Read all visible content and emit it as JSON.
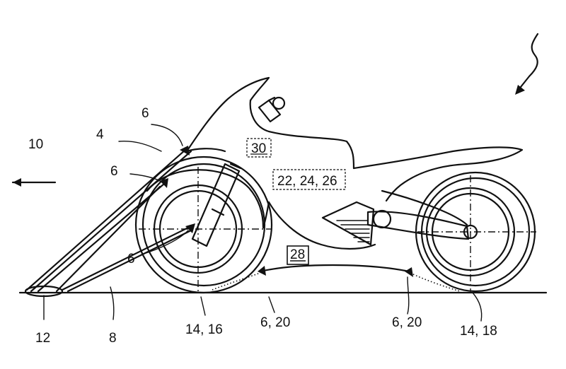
{
  "labels": {
    "l4": "4",
    "l6a": "6",
    "l6b": "6",
    "l6c": "6",
    "l8": "8",
    "l10": "10",
    "l12": "12",
    "l30": "30",
    "l222426": "22, 24, 26",
    "l28": "28",
    "l1416": "14, 16",
    "l620a": "6, 20",
    "l620b": "6, 20",
    "l1418": "14, 18"
  },
  "colors": {
    "ink": "#111111",
    "paper": "#ffffff"
  }
}
